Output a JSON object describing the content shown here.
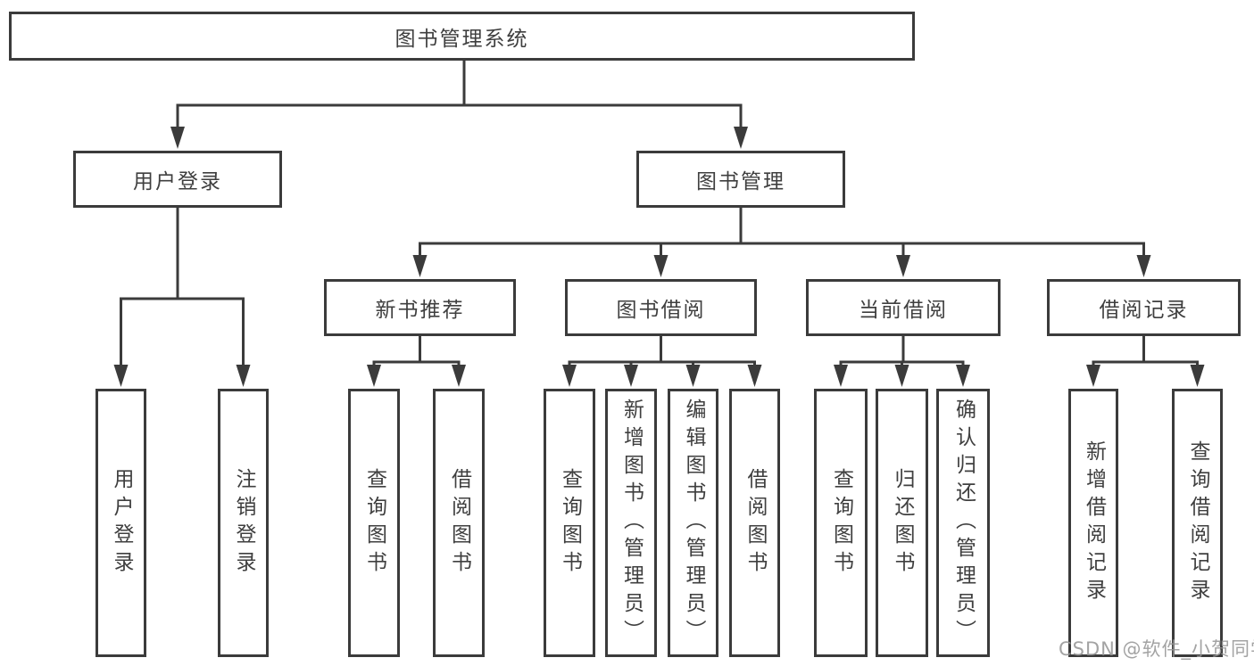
{
  "diagram": {
    "type": "hierarchy-tree",
    "root": {
      "label": "图书管理系统"
    },
    "level2": [
      {
        "label": "用户登录"
      },
      {
        "label": "图书管理"
      }
    ],
    "level3": [
      {
        "label": "新书推荐",
        "parent": "图书管理"
      },
      {
        "label": "图书借阅",
        "parent": "图书管理"
      },
      {
        "label": "当前借阅",
        "parent": "图书管理"
      },
      {
        "label": "借阅记录",
        "parent": "图书管理"
      }
    ],
    "leaves": [
      {
        "label": "用户登录",
        "parent": "用户登录"
      },
      {
        "label": "注销登录",
        "parent": "用户登录"
      },
      {
        "label": "查询图书",
        "parent": "新书推荐"
      },
      {
        "label": "借阅图书",
        "parent": "新书推荐"
      },
      {
        "label": "查询图书",
        "parent": "图书借阅"
      },
      {
        "label": "新增图书（管理员）",
        "parent": "图书借阅"
      },
      {
        "label": "编辑图书（管理员）",
        "parent": "图书借阅"
      },
      {
        "label": "借阅图书",
        "parent": "图书借阅"
      },
      {
        "label": "查询图书",
        "parent": "当前借阅"
      },
      {
        "label": "归还图书",
        "parent": "当前借阅"
      },
      {
        "label": "确认归还（管理员）",
        "parent": "当前借阅"
      },
      {
        "label": "新增借阅记录",
        "parent": "借阅记录"
      },
      {
        "label": "查询借阅记录",
        "parent": "借阅记录"
      }
    ],
    "colors": {
      "line": "#3b3b3b",
      "text": "#3f3f3f",
      "background": "#ffffff"
    }
  },
  "watermark": {
    "text": "CSDN @软件_小贺同学",
    "color": "#969696"
  }
}
